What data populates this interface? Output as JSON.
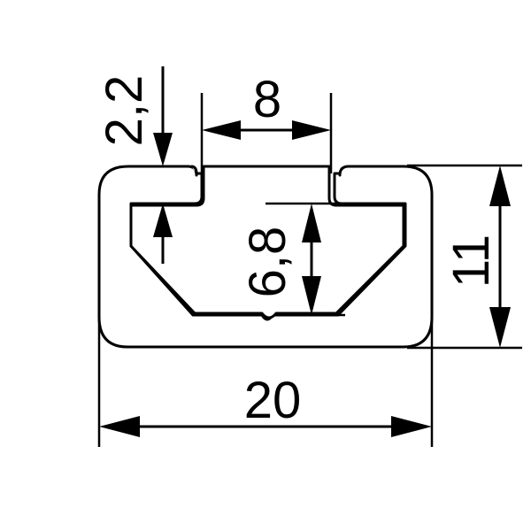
{
  "drawing": {
    "subject": "aluminium-slot-profile-cross-section",
    "dimensions": {
      "width": "20",
      "height": "11",
      "slot_opening": "8",
      "lip_thickness": "2,2",
      "inner_depth": "6,8"
    }
  },
  "colors": {
    "line": "#000000",
    "background": "#ffffff"
  }
}
